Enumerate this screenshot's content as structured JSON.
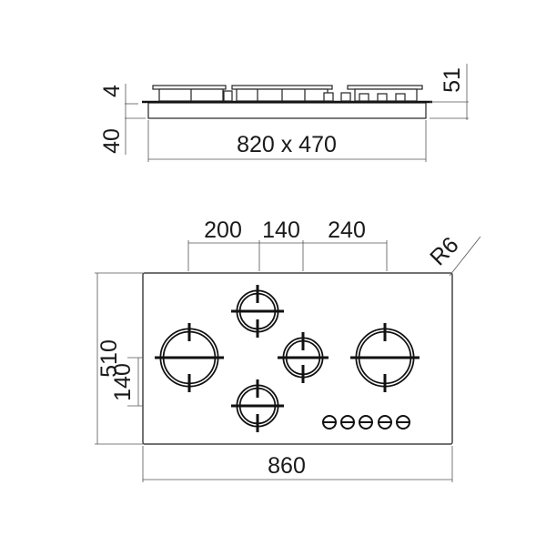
{
  "side_view": {
    "dim_top_thickness": "4",
    "dim_body_depth": "40",
    "dim_total_height": "51",
    "cutout": "820 x 470"
  },
  "top_view": {
    "dim_spacing": [
      "200",
      "140",
      "240"
    ],
    "dim_radius": "R6",
    "dim_depth": "510",
    "dim_burner_offset": "140",
    "dim_width": "860",
    "burner_count": 5,
    "knob_count": 5
  }
}
